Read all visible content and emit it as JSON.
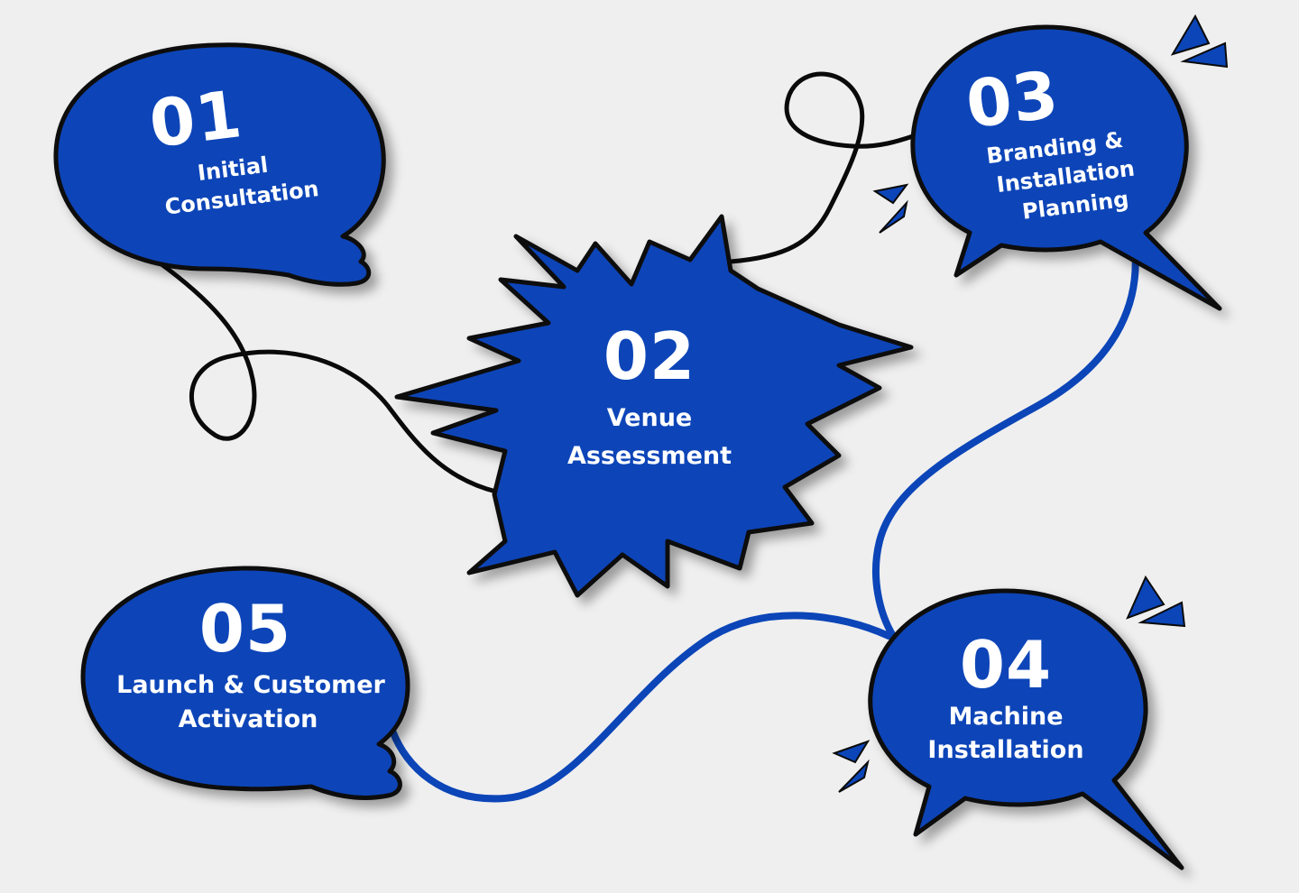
{
  "colors": {
    "background": "#efefef",
    "bubble_fill": "#0b45b8",
    "outline": "#0a0a0a",
    "connector_dark": "#0a0a0a",
    "connector_blue": "#0b45b8"
  },
  "steps": [
    {
      "number": "01",
      "lines": [
        "Initial",
        "Consultation"
      ],
      "shape": "speech-bubble-oval"
    },
    {
      "number": "02",
      "lines": [
        "Venue",
        "Assessment"
      ],
      "shape": "burst"
    },
    {
      "number": "03",
      "lines": [
        "Branding &",
        "Installation",
        "Planning"
      ],
      "shape": "speech-bubble-round"
    },
    {
      "number": "04",
      "lines": [
        "Machine",
        "Installation"
      ],
      "shape": "speech-bubble-round"
    },
    {
      "number": "05",
      "lines": [
        "Launch & Customer",
        "Activation"
      ],
      "shape": "speech-bubble-oval"
    }
  ],
  "connectors": [
    {
      "from": "01",
      "to": "02",
      "style": "black-loop"
    },
    {
      "from": "02",
      "to": "03",
      "style": "black-loop"
    },
    {
      "from": "03",
      "to": "04",
      "style": "blue-curve"
    },
    {
      "from": "04",
      "to": "05",
      "style": "blue-curve"
    }
  ],
  "accents": [
    "motion-tick-icon",
    "motion-tick-icon",
    "motion-tick-icon",
    "motion-tick-icon"
  ]
}
